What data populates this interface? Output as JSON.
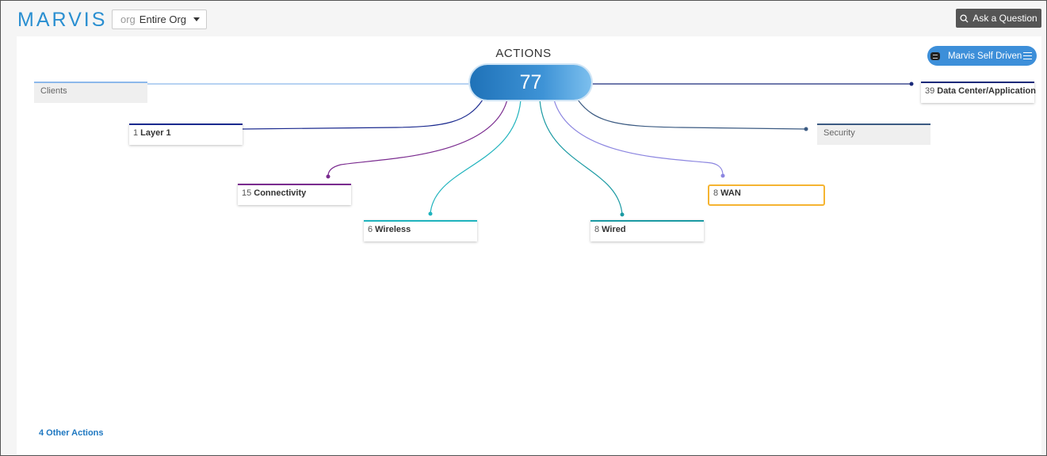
{
  "header": {
    "logo_text": "MARVIS",
    "org_prefix": "org",
    "org_value": "Entire Org",
    "ask_label": "Ask a Question"
  },
  "main": {
    "title": "ACTIONS",
    "total": "77",
    "self_driven_label": "Marvis Self Driven",
    "other_actions_label": "4 Other Actions"
  },
  "categories": {
    "clients": {
      "label": "Clients",
      "count": "",
      "color": "#8cb8ea"
    },
    "data_center": {
      "label": "Data Center/Application",
      "count": "39",
      "color": "#1b2a7a"
    },
    "layer1": {
      "label": "Layer 1",
      "count": "1",
      "color": "#1b2a8f"
    },
    "security": {
      "label": "Security",
      "count": "",
      "color": "#3b5a82"
    },
    "connectivity": {
      "label": "Connectivity",
      "count": "15",
      "color": "#7a2b8f"
    },
    "wan": {
      "label": "WAN",
      "count": "8",
      "color": "#8c86e0"
    },
    "wireless": {
      "label": "Wireless",
      "count": "6",
      "color": "#1fb3bd"
    },
    "wired": {
      "label": "Wired",
      "count": "8",
      "color": "#1b9aa3"
    }
  },
  "colors": {
    "accent": "#2a8fd1",
    "selected_border": "#f5b431"
  },
  "icons": {
    "ask": "search-icon",
    "self_driven": "self-driven-icon",
    "menu": "hamburger-icon",
    "dropdown": "caret-down-icon"
  }
}
